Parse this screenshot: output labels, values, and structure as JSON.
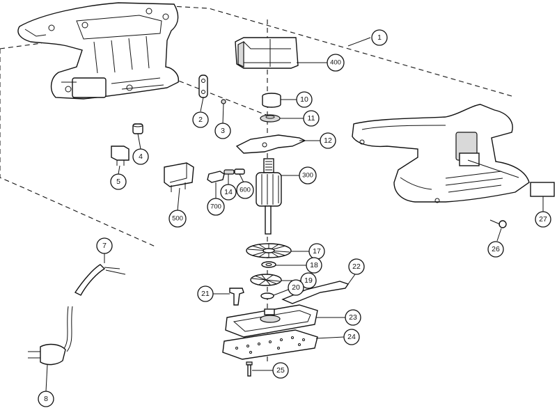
{
  "callouts": [
    {
      "id": "c1",
      "label": "1"
    },
    {
      "id": "c2",
      "label": "2"
    },
    {
      "id": "c3",
      "label": "3"
    },
    {
      "id": "c4",
      "label": "4"
    },
    {
      "id": "c5",
      "label": "5"
    },
    {
      "id": "c7",
      "label": "7"
    },
    {
      "id": "c8",
      "label": "8"
    },
    {
      "id": "c10",
      "label": "10"
    },
    {
      "id": "c11",
      "label": "11"
    },
    {
      "id": "c12",
      "label": "12"
    },
    {
      "id": "c14",
      "label": "14"
    },
    {
      "id": "c17",
      "label": "17"
    },
    {
      "id": "c18",
      "label": "18"
    },
    {
      "id": "c19",
      "label": "19"
    },
    {
      "id": "c20",
      "label": "20"
    },
    {
      "id": "c21",
      "label": "21"
    },
    {
      "id": "c22",
      "label": "22"
    },
    {
      "id": "c23",
      "label": "23"
    },
    {
      "id": "c24",
      "label": "24"
    },
    {
      "id": "c25",
      "label": "25"
    },
    {
      "id": "c26",
      "label": "26"
    },
    {
      "id": "c27",
      "label": "27"
    },
    {
      "id": "c300",
      "label": "300"
    },
    {
      "id": "c400",
      "label": "400"
    },
    {
      "id": "c500",
      "label": "500"
    },
    {
      "id": "c600",
      "label": "600"
    },
    {
      "id": "c700",
      "label": "700"
    }
  ]
}
